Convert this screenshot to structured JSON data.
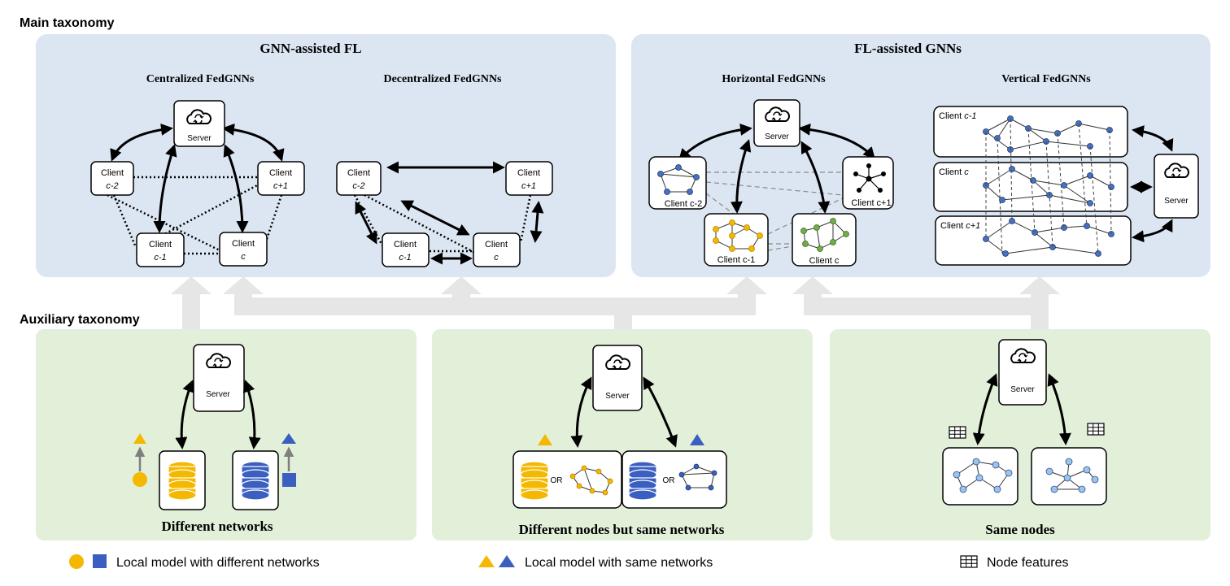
{
  "main_taxonomy_label": "Main taxonomy",
  "auxiliary_taxonomy_label": "Auxiliary taxonomy",
  "colors": {
    "main_panel_bg": "#dce6f3",
    "aux_panel_bg": "#e2efd9",
    "connector_arrow": "#e6e6e6",
    "yellow": "#f5b800",
    "blue": "#3a5fc0",
    "green": "#70ad47",
    "light_blue_node": "#9dc3e6",
    "graph_node_blue": "#4472c4"
  },
  "gnn_assisted_fl": {
    "title": "GNN-assisted FL",
    "centralized": {
      "title": "Centralized FedGNNs",
      "server": "Server",
      "clients": [
        {
          "line1": "Client",
          "line2": "c-2"
        },
        {
          "line1": "Client",
          "line2": "c+1"
        },
        {
          "line1": "Client",
          "line2": "c-1"
        },
        {
          "line1": "Client",
          "line2": "c"
        }
      ]
    },
    "decentralized": {
      "title": "Decentralized FedGNNs",
      "clients": [
        {
          "line1": "Client",
          "line2": "c-2"
        },
        {
          "line1": "Client",
          "line2": "c+1"
        },
        {
          "line1": "Client",
          "line2": "c-1"
        },
        {
          "line1": "Client",
          "line2": "c"
        }
      ]
    }
  },
  "fl_assisted_gnns": {
    "title": "FL-assisted GNNs",
    "horizontal": {
      "title": "Horizontal FedGNNs",
      "server": "Server",
      "clients": [
        "Client c-2",
        "Client c+1",
        "Client c-1",
        "Client c"
      ]
    },
    "vertical": {
      "title": "Vertical FedGNNs",
      "server": "Server",
      "clients": [
        {
          "prefix": "Client ",
          "suffix": "c-1"
        },
        {
          "prefix": "Client ",
          "suffix": "c"
        },
        {
          "prefix": "Client ",
          "suffix": "c+1"
        }
      ]
    }
  },
  "auxiliary": {
    "panels": [
      {
        "title": "Different networks",
        "server": "Server"
      },
      {
        "title": "Different nodes but same networks",
        "server": "Server",
        "or_label": "OR"
      },
      {
        "title": "Same nodes",
        "server": "Server"
      }
    ]
  },
  "legend": {
    "different_networks": "Local model with different networks",
    "same_networks": "Local model with same networks",
    "node_features": "Node features"
  }
}
